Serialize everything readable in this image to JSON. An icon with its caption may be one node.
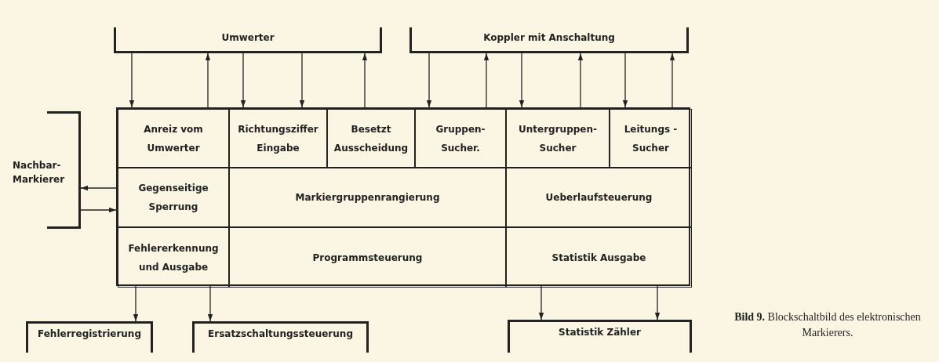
{
  "diagram": {
    "caption": "**Bild 9.** Blockschaltbild des elektronischen Markierers.",
    "nodes": [
      {
        "text": [
          "Umwerter"
        ]
      },
      {
        "text": [
          "Koppler mit Anschaltung"
        ]
      },
      {
        "text": [
          "Nachbar- Markierer"
        ]
      },
      {
        "text": [],
        "shape": "box"
      },
      {
        "text": [
          "Anreiz vom Umwerter"
        ],
        "in": 3
      },
      {
        "text": [
          "Richtungsziffer Eingabe"
        ],
        "in": 3
      },
      {
        "text": [
          "Besetzt Ausscheidung"
        ],
        "in": 3
      },
      {
        "text": [
          "Gruppen- Sucher."
        ],
        "in": 3
      },
      {
        "text": [
          "Untergruppen- Sucher"
        ],
        "in": 3
      },
      {
        "text": [
          "Leitungs - Sucher"
        ],
        "in": 3
      },
      {
        "text": [
          "Gegenseitige Sperrung"
        ],
        "in": 3
      },
      {
        "text": [
          "Markiergruppenrangierung"
        ],
        "in": 3
      },
      {
        "text": [
          "Ueberlaufsteuerung"
        ],
        "in": 3
      },
      {
        "text": [
          "Fehlererkennung und Ausgabe"
        ],
        "in": 3
      },
      {
        "text": [
          "Programmsteuerung"
        ],
        "in": 3
      },
      {
        "text": [
          "Statistik Ausgabe"
        ],
        "in": 3
      },
      {
        "text": [
          "Fehlerregistrierung"
        ]
      },
      {
        "text": [
          "Ersatzschaltungssteuerung"
        ]
      },
      {
        "text": [
          "Statistik Zähler"
        ]
      }
    ],
    "edges": [
      {
        "from": 0,
        "to": 3,
        "arrow": "to"
      },
      {
        "from": 3,
        "to": 0,
        "arrow": "to"
      },
      {
        "from": 0,
        "to": 3,
        "arrow": "to"
      },
      {
        "from": 0,
        "to": 3,
        "arrow": "to"
      },
      {
        "from": 3,
        "to": 0,
        "arrow": "to"
      },
      {
        "from": 1,
        "to": 3,
        "arrow": "to"
      },
      {
        "from": 3,
        "to": 1,
        "arrow": "to"
      },
      {
        "from": 1,
        "to": 3,
        "arrow": "to"
      },
      {
        "from": 3,
        "to": 1,
        "arrow": "to"
      },
      {
        "from": 1,
        "to": 3,
        "arrow": "to"
      },
      {
        "from": 3,
        "to": 1,
        "arrow": "to"
      },
      {
        "from": 3,
        "to": 2,
        "arrow": "to"
      },
      {
        "from": 2,
        "to": 3,
        "arrow": "to"
      },
      {
        "from": 3,
        "to": 16,
        "arrow": "to"
      },
      {
        "from": 3,
        "to": 17,
        "arrow": "to"
      },
      {
        "from": 3,
        "to": 18,
        "arrow": "to"
      },
      {
        "from": 3,
        "to": 18,
        "arrow": "to"
      }
    ]
  }
}
